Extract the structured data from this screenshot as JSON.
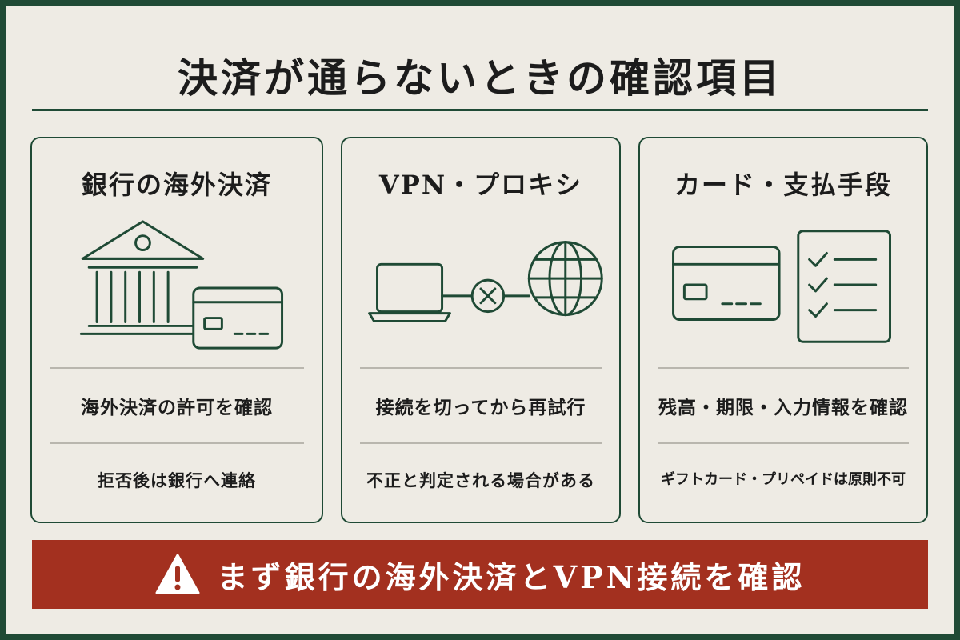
{
  "title": "決済が通らないときの確認項目",
  "cards": [
    {
      "title": "銀行の海外決済",
      "icon": "bank-with-card-icon",
      "line1": "海外決済の許可を確認",
      "line2": "拒否後は銀行へ連絡"
    },
    {
      "title": "VPN・プロキシ",
      "icon": "laptop-blocked-globe-icon",
      "line1": "接続を切ってから再試行",
      "line2": "不正と判定される場合がある"
    },
    {
      "title": "カード・支払手段",
      "icon": "card-checklist-icon",
      "line1": "残高・期限・入力情報を確認",
      "line2": "ギフトカード・プリペイドは原則不可"
    }
  ],
  "banner": {
    "icon": "warning-icon",
    "text": "まず銀行の海外決済とVPN接続を確認"
  },
  "colors": {
    "frame": "#1f4a35",
    "background": "#eeebe4",
    "accent": "#1f4a35",
    "banner": "#a3301f"
  }
}
